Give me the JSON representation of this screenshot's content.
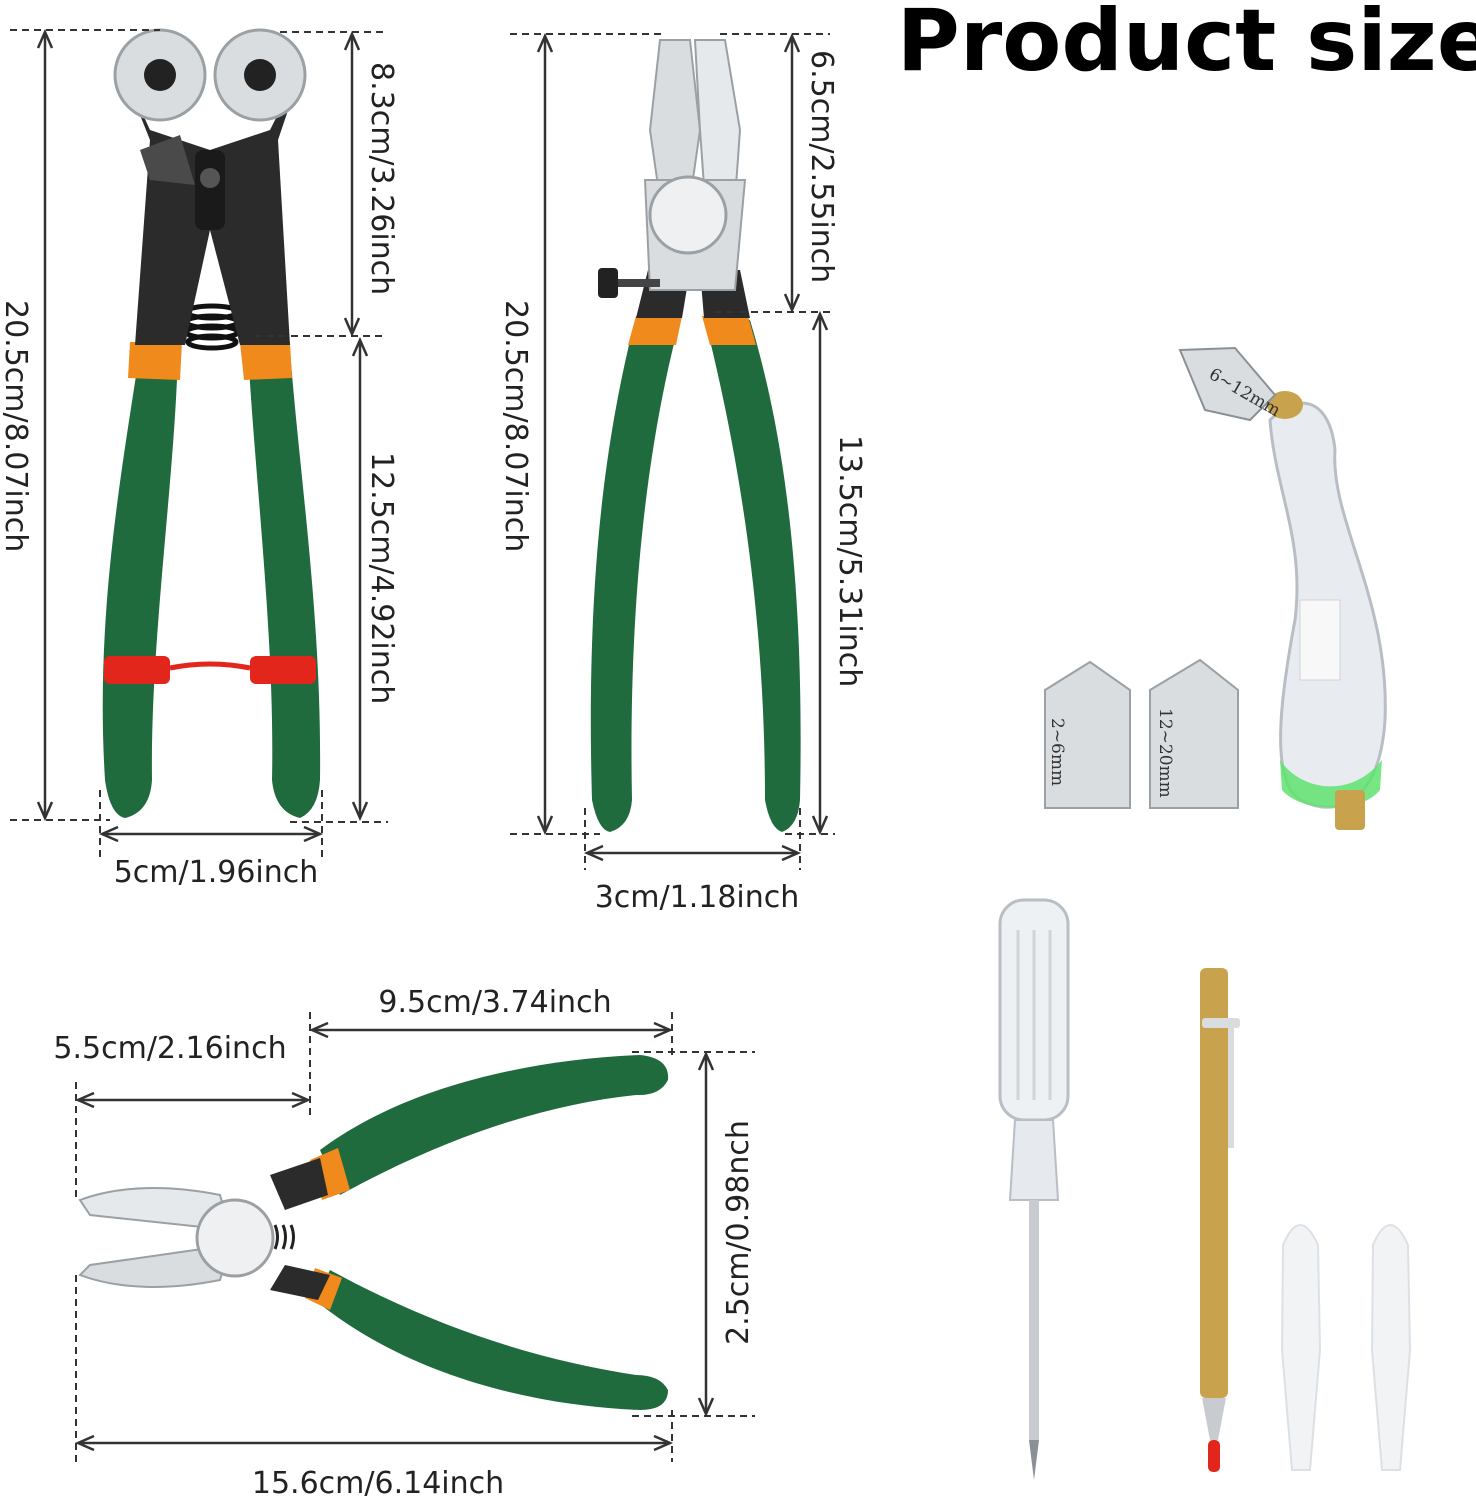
{
  "title": "Product size",
  "colors": {
    "handle_green": "#1f6b3e",
    "handle_orange": "#f08a1c",
    "metal": "#d9dde0",
    "dark_metal": "#2b2b2b",
    "red_clip": "#e2261c",
    "scorer_gold": "#c9a24e"
  },
  "tools": {
    "running_pliers": {
      "total_height": "20.5cm/8.07inch",
      "head_height": "8.3cm/3.26inch",
      "handle_length": "12.5cm/4.92inch",
      "handle_width": "5cm/1.96inch"
    },
    "breaking_pliers": {
      "total_height": "20.5cm/8.07inch",
      "head_height": "6.5cm/2.55inch",
      "handle_length": "13.5cm/5.31inch",
      "handle_width": "3cm/1.18inch"
    },
    "grozing_pliers": {
      "jaw_length": "5.5cm/2.16inch",
      "handle_length": "9.5cm/3.74inch",
      "height": "2.5cm/0.98nch",
      "total_length": "15.6cm/6.14inch"
    },
    "glass_cutter": {
      "head_label": "6~12mm",
      "spare_heads": [
        "2~6mm",
        "12~20mm"
      ]
    },
    "accessories": [
      "screwdriver-icon",
      "scribe-pen-icon",
      "oil-dropper-icon"
    ]
  }
}
